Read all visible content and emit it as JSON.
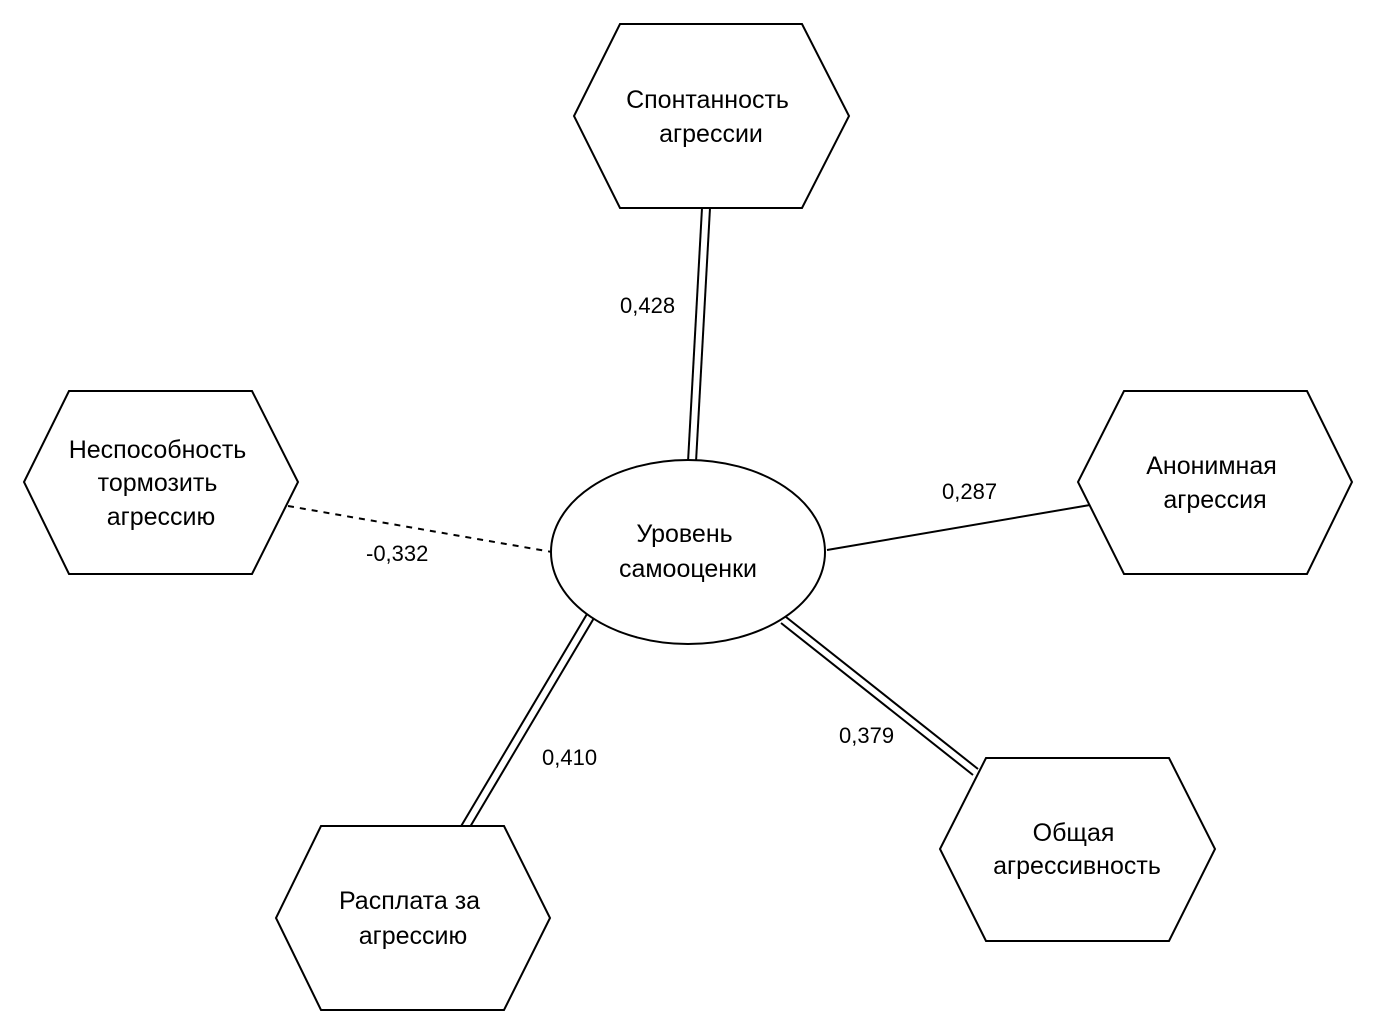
{
  "center": {
    "label_lines": [
      "Уровень",
      "самооценки"
    ]
  },
  "nodes": [
    {
      "id": "spontaneity",
      "label_lines": [
        "Спонтанность",
        "агрессии"
      ]
    },
    {
      "id": "inability",
      "label_lines": [
        "Неспособность",
        "тормозить",
        "агрессию"
      ]
    },
    {
      "id": "anonymous",
      "label_lines": [
        "Анонимная",
        "агрессия"
      ]
    },
    {
      "id": "general",
      "label_lines": [
        "Общая",
        "агрессивность"
      ]
    },
    {
      "id": "payback",
      "label_lines": [
        "Расплата за",
        "агрессию"
      ]
    }
  ],
  "edges": [
    {
      "to": "spontaneity",
      "value": "0,428",
      "style": "double"
    },
    {
      "to": "inability",
      "value": "-0,332",
      "style": "dashed"
    },
    {
      "to": "anonymous",
      "value": "0,287",
      "style": "single"
    },
    {
      "to": "general",
      "value": "0,379",
      "style": "double"
    },
    {
      "to": "payback",
      "value": "0,410",
      "style": "double"
    }
  ],
  "colors": {
    "stroke": "#000000",
    "fill": "#ffffff",
    "text": "#000000"
  }
}
